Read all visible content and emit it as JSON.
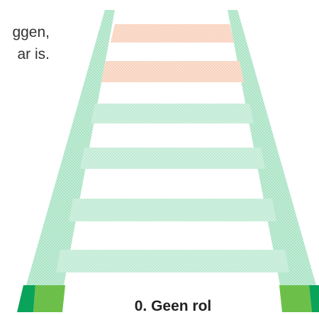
{
  "intro_text": {
    "line1": "ggen,",
    "line2": "ar is."
  },
  "rungs": [
    {
      "state": "active"
    },
    {
      "state": "active"
    },
    {
      "state": "inactive"
    },
    {
      "state": "inactive"
    },
    {
      "state": "inactive"
    },
    {
      "state": "inactive"
    }
  ],
  "caption": "0. Geen rol",
  "colors": {
    "rail": "#a9e3c4",
    "rung_active": "#f8d2bd",
    "rung_inactive": "#bfead3",
    "foot_light": "#6cc04a",
    "foot_dark": "#0aa35a",
    "text": "#333333"
  }
}
